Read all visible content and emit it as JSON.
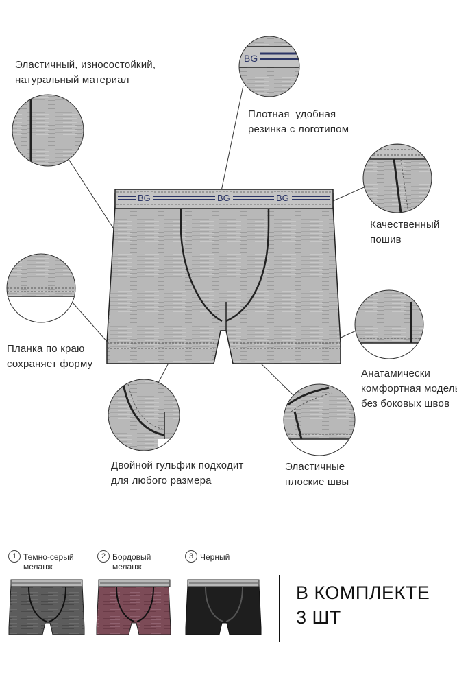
{
  "callouts": {
    "material": "Эластичный, износостойкий, натуральный материал",
    "waistband": "Плотная удобная резинка с логотипом",
    "stitching": "Качественный пошив",
    "hem": "Планка по краю сохраняет форму",
    "anatomic": "Анатамически комфортная модель без боковых швов",
    "pouch": "Двойной гульфик подходит для любого размера",
    "seams": "Эластичные плоские швы"
  },
  "lines": {
    "material": [
      "Эластичный, износостойкий,",
      "натуральный материал"
    ],
    "waistband": [
      "Плотная  удобная",
      "резинка с логотипом"
    ],
    "stitching": [
      "Качественный",
      "пошив"
    ],
    "hem": [
      "Планка по краю",
      "сохраняет форму"
    ],
    "anatomic": [
      "Анатамически",
      "комфортная модель",
      "без боковых швов"
    ],
    "pouch": [
      "Двойной гульфик подходит",
      "для любого размера"
    ],
    "seams": [
      "Эластичные",
      "плоские швы"
    ]
  },
  "logo": "BG",
  "colors_list": [
    {
      "number": "1",
      "name_line1": "Темно-серый",
      "name_line2": "меланж",
      "color": "#5a5a5a"
    },
    {
      "number": "2",
      "name_line1": "Бордовый",
      "name_line2": "меланж",
      "color": "#7a4a55"
    },
    {
      "number": "3",
      "name_line1": "Черный",
      "name_line2": "",
      "color": "#1e1e1e"
    }
  ],
  "kit": {
    "line1": "В КОМПЛЕКТЕ",
    "line2": "3 ШТ"
  },
  "palette": {
    "fabric": "#b9b9b9",
    "fabric_dark": "#9c9c9c",
    "band_stripe": "#2b3566",
    "outline": "#222222"
  }
}
